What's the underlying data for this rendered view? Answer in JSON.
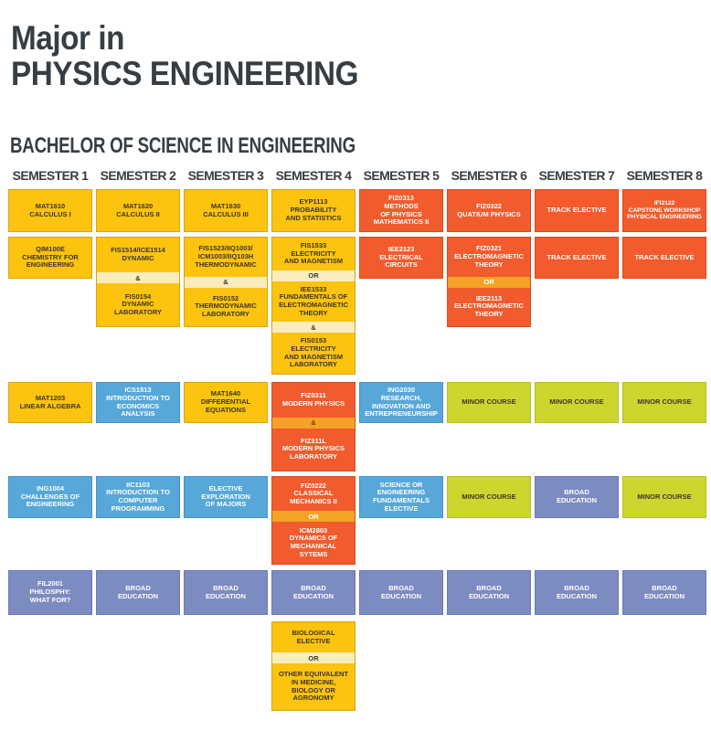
{
  "title": {
    "line1": "Major in",
    "line2": "PHYSICS ENGINEERING"
  },
  "subtitle": "BACHELOR OF SCIENCE IN ENGINEERING",
  "colors": {
    "ink": "#373E43",
    "yellow": "#FCC30F",
    "orange": "#F15B2D",
    "blue": "#57A7D8",
    "green": "#CDD62F",
    "purple": "#7C8BC0",
    "cream": "#FAEDBD",
    "amber": "#F5A327",
    "darktext": "#3C362B"
  },
  "semesters": [
    {
      "header": "SEMESTER 1",
      "courses": [
        {
          "row": 1,
          "size": "single",
          "color": "yellow",
          "segments": [
            {
              "type": "course",
              "text": "MAT1610\nCALCULUS I"
            }
          ]
        },
        {
          "row": 2,
          "size": "single",
          "color": "yellow",
          "segments": [
            {
              "type": "course",
              "text": "QIM100E\nCHEMISTRY FOR\nENGINEERING"
            }
          ]
        },
        {
          "row": 3,
          "size": "single",
          "color": "yellow",
          "segments": [
            {
              "type": "course",
              "text": "MAT1203\nLINEAR ALGEBRA"
            }
          ]
        },
        {
          "row": 4,
          "size": "single",
          "color": "blue",
          "segments": [
            {
              "type": "course",
              "text": "ING1004\nCHALLENGES OF\nENGINEERING"
            }
          ]
        },
        {
          "row": 5,
          "size": "single",
          "color": "purple",
          "segments": [
            {
              "type": "course",
              "text": "FIL2001\nPHILOSPHY:\nWHAT FOR?"
            }
          ]
        }
      ]
    },
    {
      "header": "SEMESTER 2",
      "courses": [
        {
          "row": 1,
          "size": "single",
          "color": "yellow",
          "segments": [
            {
              "type": "course",
              "text": "MAT1620\nCALCULUS II"
            }
          ]
        },
        {
          "row": 2,
          "size": "double",
          "color": "yellow",
          "segments": [
            {
              "type": "course",
              "text": "FIS1514/ICE1514\nDYNAMIC"
            },
            {
              "type": "sep",
              "text": "&"
            },
            {
              "type": "course",
              "text": "FIS0154\nDYNAMIC\nLABORATORY"
            }
          ]
        },
        {
          "row": 3,
          "size": "single",
          "color": "blue",
          "segments": [
            {
              "type": "course",
              "text": "ICS1513\nINTRODUCTION TO\nECONOMICS\nANALYSIS"
            }
          ]
        },
        {
          "row": 4,
          "size": "single",
          "color": "blue",
          "segments": [
            {
              "type": "course",
              "text": "IIC1103\nINTRODUCTION TO\nCOMPUTER\nPROGRAMMING"
            }
          ]
        },
        {
          "row": 5,
          "size": "single",
          "color": "purple",
          "segments": [
            {
              "type": "course",
              "text": "BROAD\nEDUCATION"
            }
          ]
        }
      ]
    },
    {
      "header": "SEMESTER 3",
      "courses": [
        {
          "row": 1,
          "size": "single",
          "color": "yellow",
          "segments": [
            {
              "type": "course",
              "text": "MAT1630\nCALCULUS III"
            }
          ]
        },
        {
          "row": 2,
          "size": "double",
          "color": "yellow",
          "segments": [
            {
              "type": "course",
              "text": "FIS1523/IIQ1003/\nICM1003/IIQ103H\nTHERMODYNAMIC"
            },
            {
              "type": "sep",
              "text": "&"
            },
            {
              "type": "course",
              "text": "FIS0152\nTHERMODYNAMIC\nLABORATORY"
            }
          ]
        },
        {
          "row": 3,
          "size": "single",
          "color": "yellow",
          "segments": [
            {
              "type": "course",
              "text": "MAT1640\nDIFFERENTIAL\nEQUATIONS"
            }
          ]
        },
        {
          "row": 4,
          "size": "single",
          "color": "blue",
          "segments": [
            {
              "type": "course",
              "text": "ELECTIVE\nEXPLORATION\nOF MAJORS"
            }
          ]
        },
        {
          "row": 5,
          "size": "single",
          "color": "purple",
          "segments": [
            {
              "type": "course",
              "text": "BROAD\nEDUCATION"
            }
          ]
        }
      ]
    },
    {
      "header": "SEMESTER 4",
      "courses": [
        {
          "row": 1,
          "size": "single",
          "color": "yellow",
          "segments": [
            {
              "type": "course",
              "text": "EYP1113\nPROBABILITY\nAND STATISTICS"
            }
          ]
        },
        {
          "row": 2,
          "size": "triple",
          "color": "yellow",
          "segments": [
            {
              "type": "course",
              "text": "FIS1533\nELECTRICITY\nAND MAGNETISM"
            },
            {
              "type": "sep",
              "text": "OR"
            },
            {
              "type": "course",
              "text": "IEE1533\nFUNDAMENTALS OF\nELECTROMAGNETIC\nTHEORY"
            },
            {
              "type": "sep",
              "text": "&"
            },
            {
              "type": "course",
              "text": "FIS0153\nELECTRICITY\nAND MAGNETISM\nLABORATORY"
            }
          ]
        },
        {
          "row": 3,
          "size": "double",
          "color": "orange",
          "segments": [
            {
              "type": "course",
              "text": "FIZ0311\nMODERN PHYSICS"
            },
            {
              "type": "sep",
              "text": "&"
            },
            {
              "type": "course",
              "text": "FIZ311L\nMODERN PHYSICS\nLABORATORY"
            }
          ]
        },
        {
          "row": 4,
          "size": "double",
          "color": "orange",
          "segments": [
            {
              "type": "course",
              "text": "FIZ0222\nCLASSICAL\nMECHANICS II"
            },
            {
              "type": "sep",
              "text": "OR"
            },
            {
              "type": "course",
              "text": "ICM2803\nDYNAMICS OF\nMECHANICAL\nSYTEMS"
            }
          ]
        },
        {
          "row": 5,
          "size": "single",
          "color": "purple",
          "segments": [
            {
              "type": "course",
              "text": "BROAD\nEDUCATION"
            }
          ]
        },
        {
          "row": 6,
          "size": "double",
          "color": "yellow",
          "segments": [
            {
              "type": "course",
              "text": "BIOLOGICAL\nELECTIVE"
            },
            {
              "type": "sep",
              "text": "OR"
            },
            {
              "type": "course",
              "text": "OTHER EQUIVALENT\nIN MEDICINE,\nBIOLOGY OR\nAGRONOMY"
            }
          ]
        }
      ]
    },
    {
      "header": "SEMESTER 5",
      "courses": [
        {
          "row": 1,
          "size": "single",
          "color": "orange",
          "segments": [
            {
              "type": "course",
              "text": "FIZ0313\nMETHODS\nOF PHYSICS\nMATHEMATICS II"
            }
          ]
        },
        {
          "row": 2,
          "size": "single",
          "color": "orange",
          "segments": [
            {
              "type": "course",
              "text": "IEE2123\nELECTRICAL\nCIRCUITS"
            }
          ]
        },
        {
          "row": 3,
          "size": "single",
          "color": "blue",
          "segments": [
            {
              "type": "course",
              "text": "ING2030\nRESEARCH,\nINNOVATION AND\nENTREPRENEURSHIP"
            }
          ]
        },
        {
          "row": 4,
          "size": "single",
          "color": "blue",
          "segments": [
            {
              "type": "course",
              "text": "SCIENCE OR\nENGINEERING\nFUNDAMENTALS\nELECTIVE"
            }
          ]
        },
        {
          "row": 5,
          "size": "single",
          "color": "purple",
          "segments": [
            {
              "type": "course",
              "text": "BROAD\nEDUCATION"
            }
          ]
        }
      ]
    },
    {
      "header": "SEMESTER 6",
      "courses": [
        {
          "row": 1,
          "size": "single",
          "color": "orange",
          "segments": [
            {
              "type": "course",
              "text": "FIZ0322\nQUATIUM PHYSICS"
            }
          ]
        },
        {
          "row": 2,
          "size": "double",
          "color": "orange",
          "segments": [
            {
              "type": "course",
              "text": "FIZ0321\nELECTROMAGNETIC\nTHEORY"
            },
            {
              "type": "sep",
              "text": "OR"
            },
            {
              "type": "course",
              "text": "IEE2113\nELECTROMAGNETIC\nTHEORY"
            }
          ]
        },
        {
          "row": 3,
          "size": "single",
          "color": "green",
          "segments": [
            {
              "type": "course",
              "text": "MINOR COURSE"
            }
          ]
        },
        {
          "row": 4,
          "size": "single",
          "color": "green",
          "segments": [
            {
              "type": "course",
              "text": "MINOR COURSE"
            }
          ]
        },
        {
          "row": 5,
          "size": "single",
          "color": "purple",
          "segments": [
            {
              "type": "course",
              "text": "BROAD\nEDUCATION"
            }
          ]
        }
      ]
    },
    {
      "header": "SEMESTER 7",
      "courses": [
        {
          "row": 1,
          "size": "single",
          "color": "orange",
          "segments": [
            {
              "type": "course",
              "text": "TRACK ELECTIVE"
            }
          ]
        },
        {
          "row": 2,
          "size": "single",
          "color": "orange",
          "segments": [
            {
              "type": "course",
              "text": "TRACK ELECTIVE"
            }
          ]
        },
        {
          "row": 3,
          "size": "single",
          "color": "green",
          "segments": [
            {
              "type": "course",
              "text": "MINOR COURSE"
            }
          ]
        },
        {
          "row": 4,
          "size": "single",
          "color": "purple",
          "segments": [
            {
              "type": "course",
              "text": "BROAD\nEDUCATION"
            }
          ]
        },
        {
          "row": 5,
          "size": "single",
          "color": "purple",
          "segments": [
            {
              "type": "course",
              "text": "BROAD\nEDUCATION"
            }
          ]
        }
      ]
    },
    {
      "header": "SEMESTER 8",
      "courses": [
        {
          "row": 1,
          "size": "single",
          "color": "orange",
          "segments": [
            {
              "type": "course",
              "text": "IFI2122\nCAPSTONE WORKSHOP\nPHYSICAL ENGINEERING"
            }
          ]
        },
        {
          "row": 2,
          "size": "single",
          "color": "orange",
          "segments": [
            {
              "type": "course",
              "text": "TRACK ELECTIVE"
            }
          ]
        },
        {
          "row": 3,
          "size": "single",
          "color": "green",
          "segments": [
            {
              "type": "course",
              "text": "MINOR COURSE"
            }
          ]
        },
        {
          "row": 4,
          "size": "single",
          "color": "green",
          "segments": [
            {
              "type": "course",
              "text": "MINOR COURSE"
            }
          ]
        },
        {
          "row": 5,
          "size": "single",
          "color": "purple",
          "segments": [
            {
              "type": "course",
              "text": "BROAD\nEDUCATION"
            }
          ]
        }
      ]
    }
  ]
}
